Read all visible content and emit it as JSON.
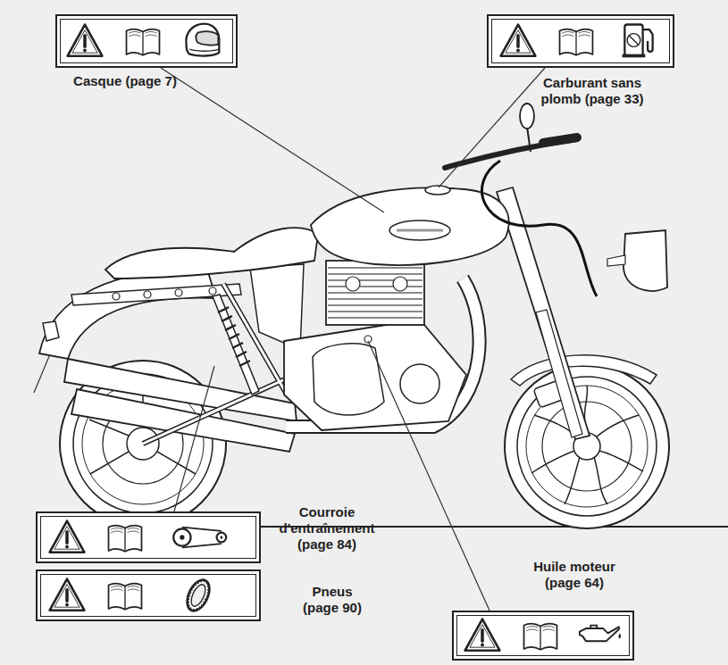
{
  "diagram": {
    "nodes": [
      {
        "text": [
          "Casque (page 7)"
        ]
      },
      {
        "text": [
          "Carburant sans plomb (page 33)"
        ]
      },
      {
        "text": [
          "Courroie d'entraînement (page 84)"
        ]
      },
      {
        "text": [
          "Pneus (page 90)"
        ]
      },
      {
        "text": [
          "Huile moteur (page 64)"
        ]
      }
    ]
  }
}
